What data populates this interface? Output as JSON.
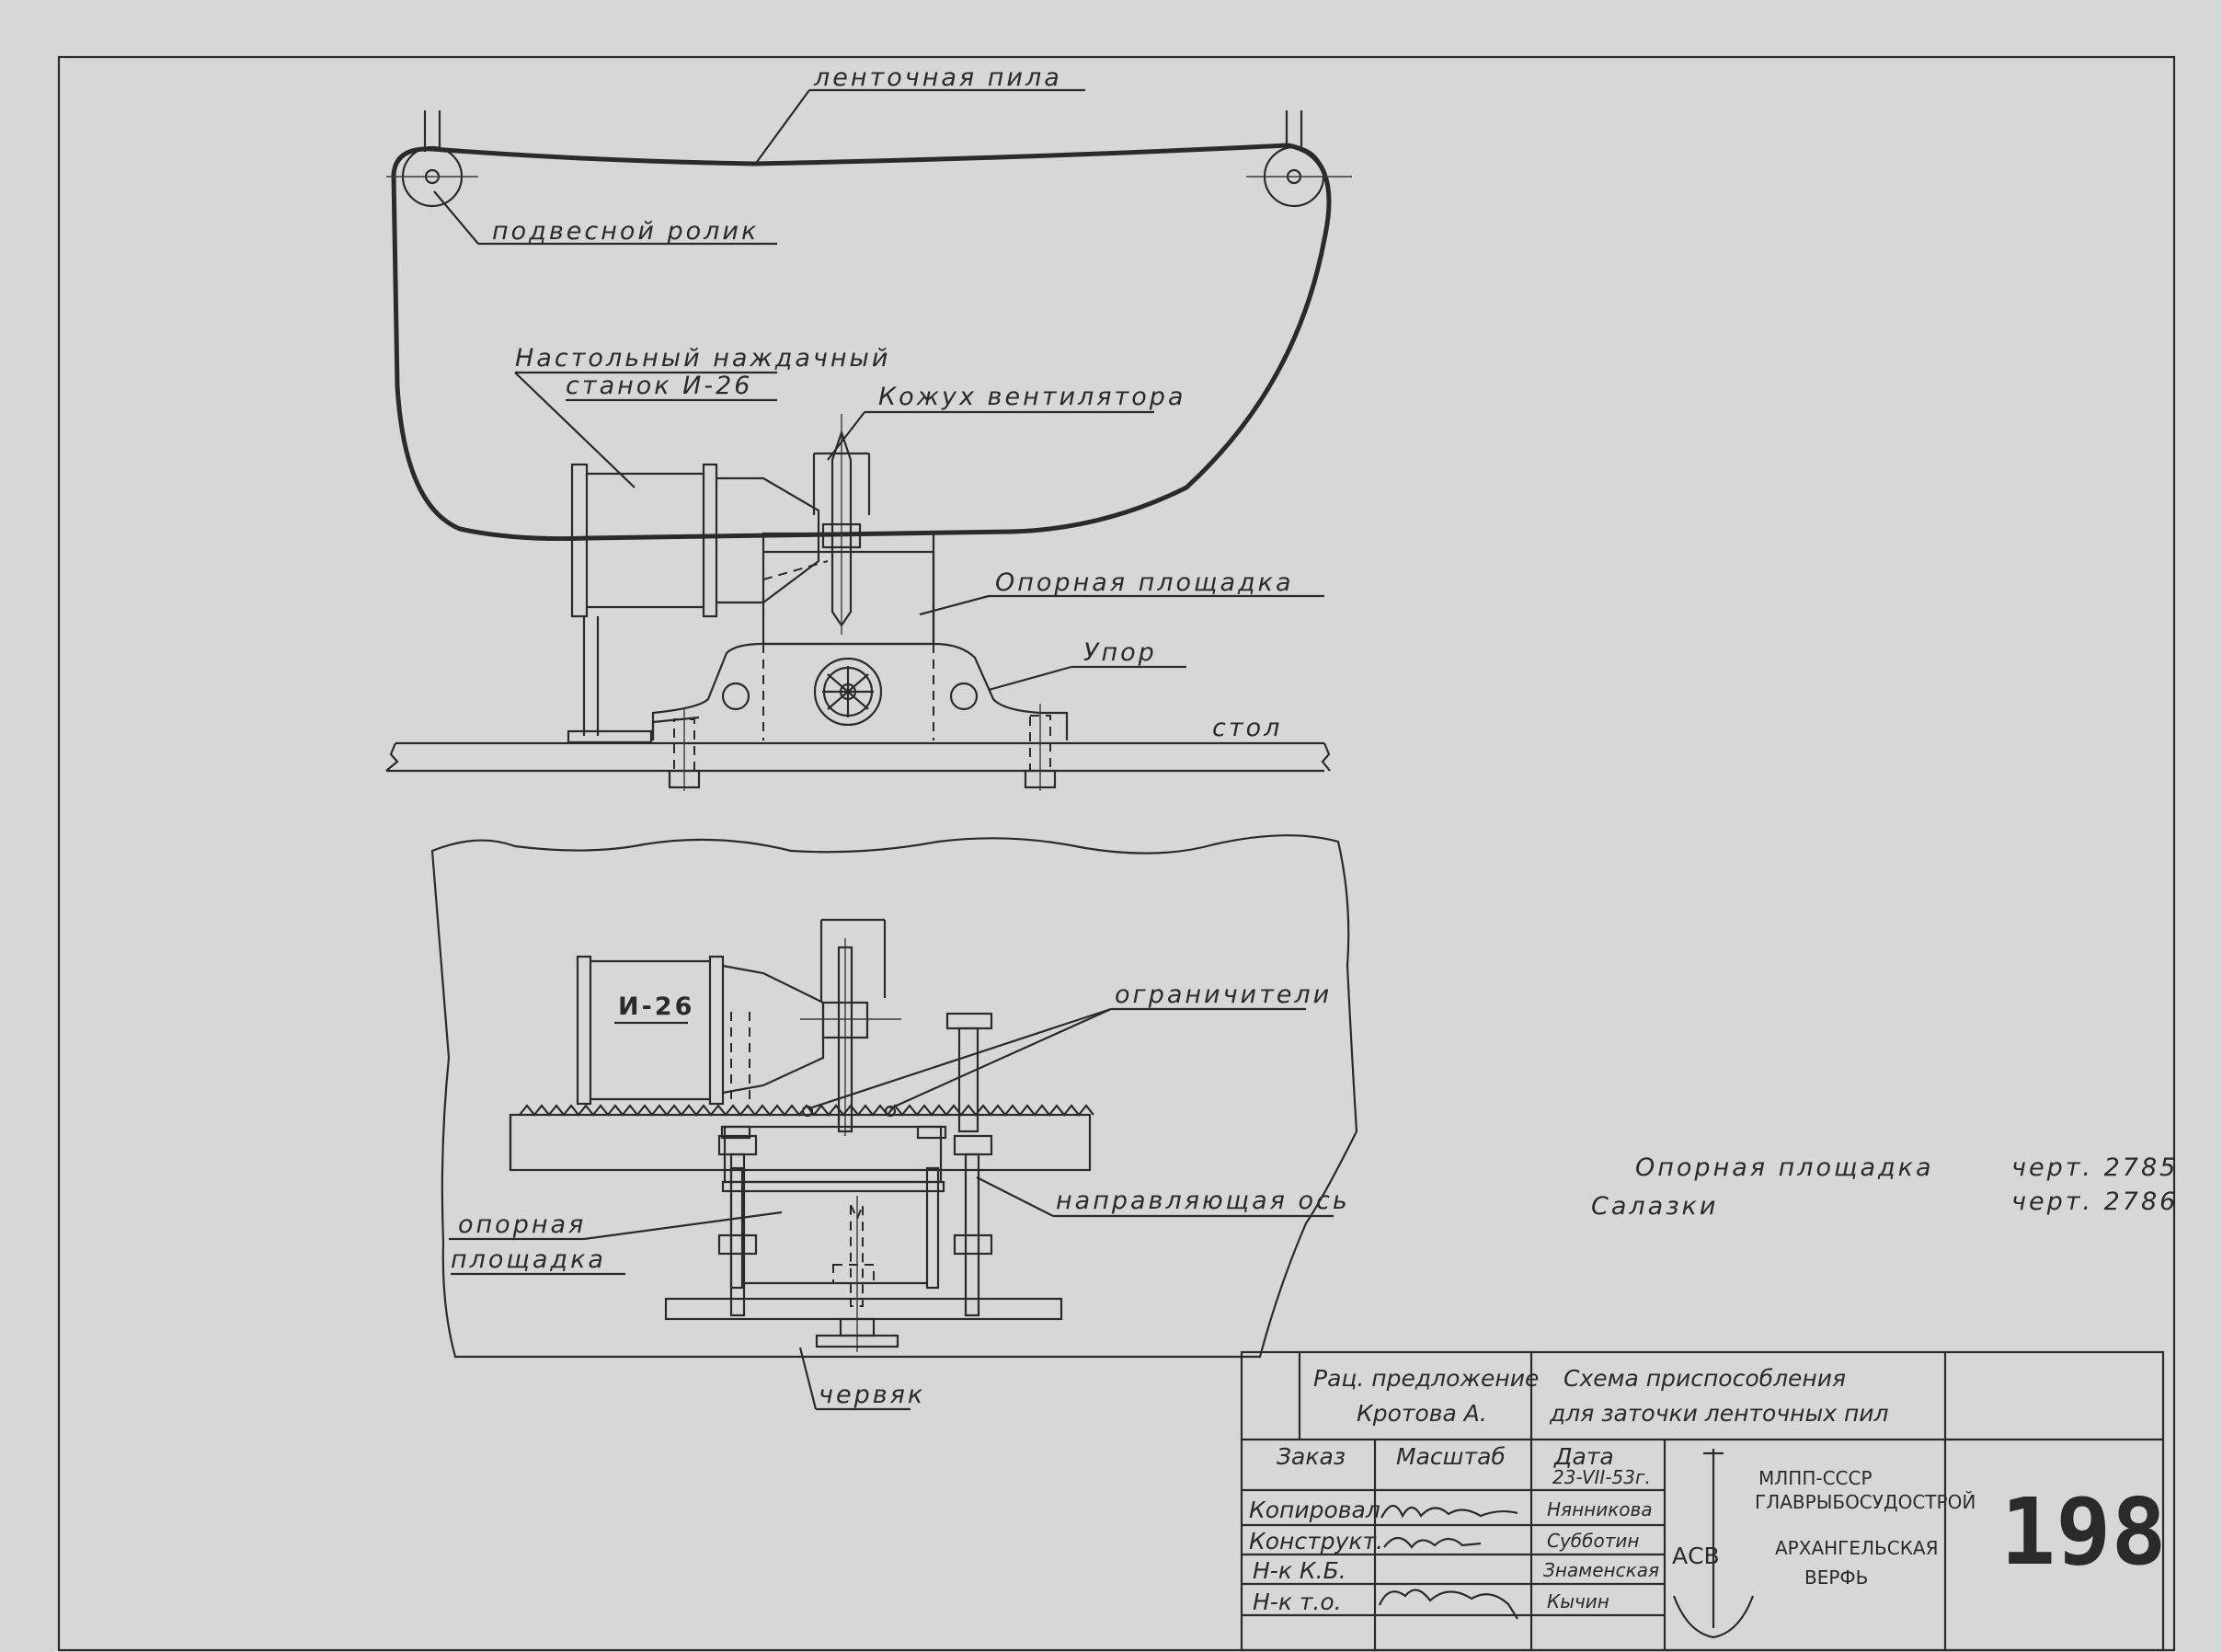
{
  "drawing": {
    "labels": {
      "band_saw": "ленточная пила",
      "hanging_roller": "подвесной ролик",
      "grinder_line1": "Настольный наждачный",
      "grinder_line2": "станок И-26",
      "fan_cover": "Кожух вентилятора",
      "support_platform": "Опорная площадка",
      "stop": "Упор",
      "table": "стол",
      "grinder_model": "И-26",
      "limiters": "ограничители",
      "guide_axis": "направляющая ось",
      "support_line1": "опорная",
      "support_line2": "площадка",
      "worm": "червяк"
    },
    "references": [
      {
        "part": "Опорная площадка",
        "drawing": "черт. 2785"
      },
      {
        "part": "Салазки",
        "drawing": "черт. 2786"
      }
    ]
  },
  "title_block": {
    "proposal_line1": "Рац. предложение",
    "proposal_line2": "Кротова А.",
    "title_line1": "Схема приспособления",
    "title_line2": "для заточки ленточных пил",
    "order_label": "Заказ",
    "scale_label": "Масштаб",
    "date_label": "Дата",
    "date_value": "23-VII-53г.",
    "roles": [
      {
        "role": "Копировал",
        "name": "Нянникова"
      },
      {
        "role": "Конструкт.",
        "name": "Субботин"
      },
      {
        "role": "Н-к К.Б.",
        "name": "Знаменская"
      },
      {
        "role": "Н-к т.о.",
        "name": "Кычин"
      }
    ],
    "org_line1": "МЛПП-СССР",
    "org_line2": "ГЛАВРЫБОСУДОСТРОЙ",
    "org_line3": "АРХАНГЕЛЬСКАЯ",
    "org_line4": "ВЕРФЬ",
    "logo_text": "АСВ",
    "sheet_number": "198"
  }
}
